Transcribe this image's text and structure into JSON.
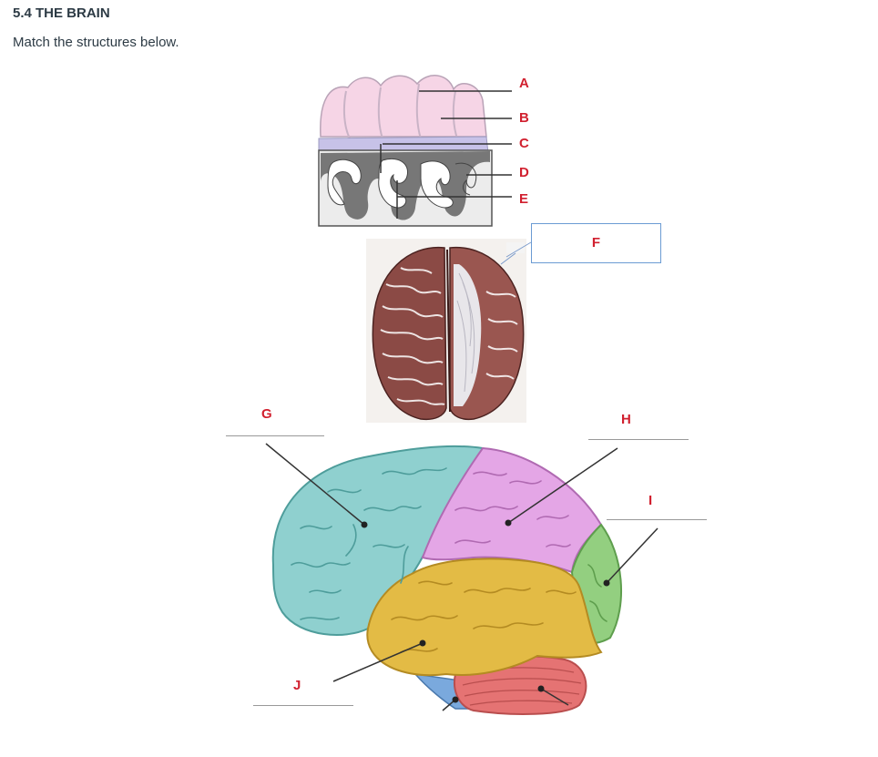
{
  "header": {
    "title": "5.4 THE BRAIN",
    "instructions": "Match the structures below."
  },
  "labels": {
    "a": "A",
    "b": "B",
    "c": "C",
    "d": "D",
    "e": "E",
    "f": "F",
    "g": "G",
    "h": "H",
    "i": "I",
    "j": "J"
  },
  "colors": {
    "label_red": "#d1202f",
    "frontal": "#8fd0cf",
    "parietal": "#e4a6e6",
    "temporal": "#e3bb45",
    "occipital": "#93cf80",
    "cerebellum": "#e57373",
    "brainstem": "#7aa9dd",
    "box_border": "#6b9bd3"
  }
}
